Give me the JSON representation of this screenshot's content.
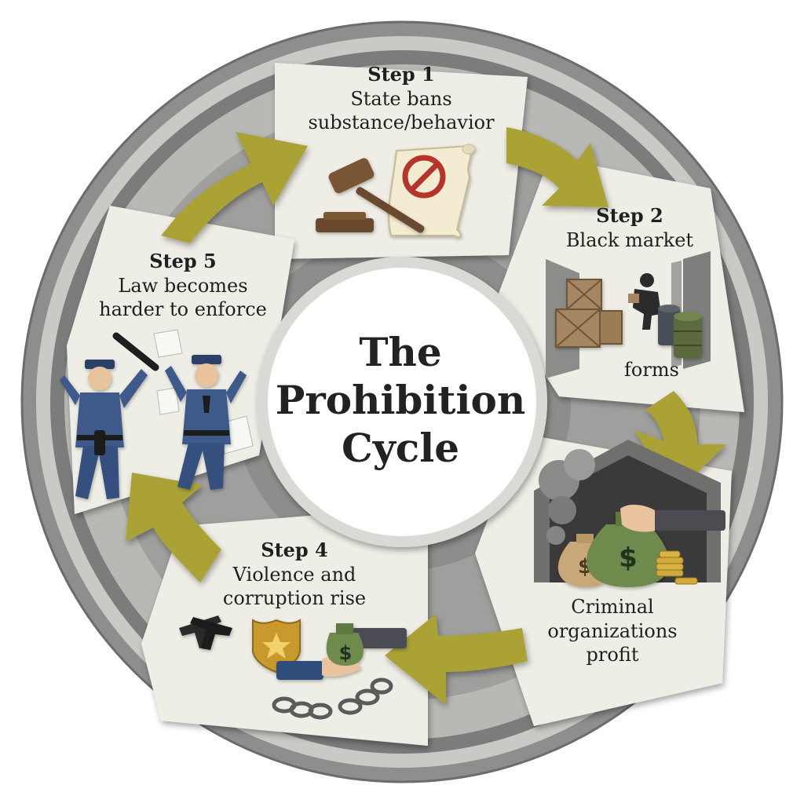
{
  "diagram": {
    "title_lines": [
      "The",
      "Prohibition",
      "Cycle"
    ],
    "colors": {
      "outer_ring": "#8c8c8c",
      "ring_shadow": "#6e6e6e",
      "track": "#a3a3a3",
      "card": "#efeee6",
      "card_shadow": "#9a9a94",
      "arrow": "#a8a033",
      "arrow_shadow": "#6f6a1f",
      "center": "#ffffff",
      "police_blue": "#3d5a8a",
      "crate": "#a48662",
      "money_bag": "#6e8a4e",
      "coin": "#d1aa3b",
      "gavel": "#6b4a2e",
      "ban_red": "#b5342c"
    },
    "steps": [
      {
        "id": "step1",
        "title": "Step 1",
        "text_lines": [
          "State bans",
          "substance/behavior"
        ],
        "icons": [
          "gavel-icon",
          "scroll-icon",
          "prohibited-sign-icon"
        ]
      },
      {
        "id": "step2",
        "title": "Step 2",
        "text_lines": [
          "Black market"
        ],
        "text_lines_bottom": [
          "forms"
        ],
        "icons": [
          "crates-icon",
          "smuggler-icon",
          "barrels-icon"
        ]
      },
      {
        "id": "step3",
        "title": "",
        "text_lines": [
          "Criminal",
          "organizations",
          "profit"
        ],
        "icons": [
          "smoke-icon",
          "money-bag-icon",
          "coin-stack-icon",
          "hand-icon"
        ]
      },
      {
        "id": "step4",
        "title": "Step 4",
        "text_lines": [
          "Violence and",
          "corruption rise"
        ],
        "icons": [
          "crossed-pistols-icon",
          "police-badge-icon",
          "bribe-handshake-icon",
          "broken-chain-icon"
        ]
      },
      {
        "id": "step5",
        "title": "Step 5",
        "text_lines": [
          "Law becomes",
          "harder to enforce"
        ],
        "icons": [
          "police-officer-icon",
          "baton-icon",
          "paper-icon"
        ]
      }
    ]
  }
}
